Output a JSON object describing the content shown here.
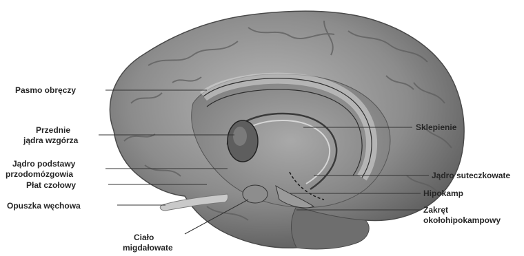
{
  "labels": {
    "pasmo": "Pasmo obręczy",
    "przednie_1": "Przednie",
    "przednie_2": "jądra wzgórza",
    "jadro_pod_1": "Jądro podstawy",
    "jadro_pod_2": "przodomózgowia",
    "plat": "Płat czołowy",
    "opuszka": "Opuszka węchowa",
    "cialo_1": "Ciało",
    "cialo_2": "migdałowate",
    "sklepienie": "Sklepienie",
    "sutecz": "Jądro suteczkowate",
    "hipokamp": "Hipokamp",
    "zakret_1": "Zakręt",
    "zakret_2": "okołohipokampowy"
  }
}
